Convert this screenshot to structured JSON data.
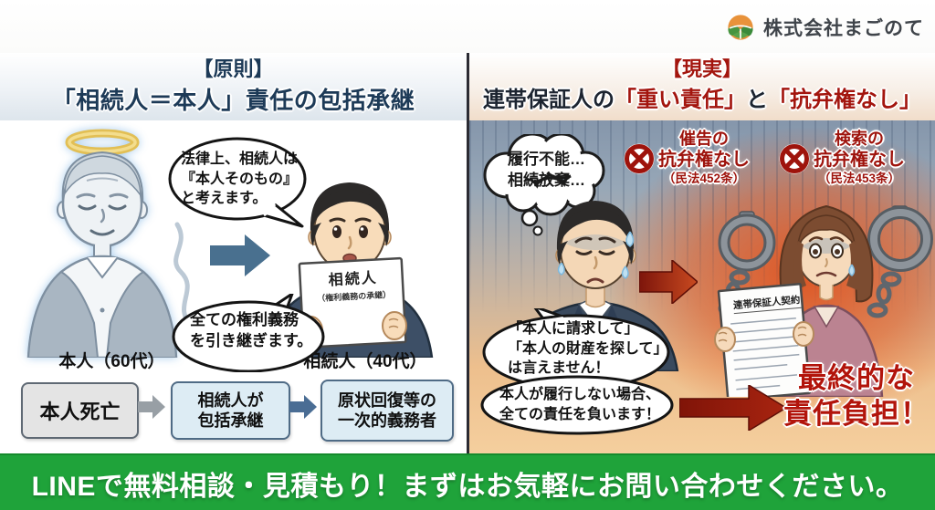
{
  "header": {
    "company_name": "株式会社まごのて"
  },
  "left_panel": {
    "title_line1": "【原則】",
    "title_line2": "「相続人＝本人」責任の包括承継",
    "bubble_law": "法律上、相続人は\n『本人そのもの』\nと考えます。",
    "bubble_rights": "全ての権利義務\nを引き継ぎます。",
    "elder_label": "本人（60代）",
    "heir_label": "相続人（40代）",
    "document": {
      "title": "相続人",
      "subtitle": "（権利義務の承継）"
    },
    "flow": [
      {
        "label": "本人死亡"
      },
      {
        "label": "相続人が\n包括承継"
      },
      {
        "label": "原状回復等の\n一次的義務者"
      }
    ]
  },
  "right_panel": {
    "title_line1": "【現実】",
    "title_line2_parts": [
      {
        "text": "連帯保証人の",
        "color": "#1c2430"
      },
      {
        "text": "「重い責任」",
        "color": "#a3150e"
      },
      {
        "text": "と",
        "color": "#1c2430"
      },
      {
        "text": "「抗弁権なし」",
        "color": "#a3150e"
      }
    ],
    "thought_bubble": "履行不能…\n相続放棄…",
    "defense_labels": [
      {
        "line1": "催告の",
        "line2": "抗弁権なし",
        "law": "（民法452条）"
      },
      {
        "line1": "検索の",
        "line2": "抗弁権なし",
        "law": "（民法453条）"
      }
    ],
    "bubble_claims": "「本人に請求して」\n「本人の財産を探して」\nは言えません！",
    "bubble_responsibility": "本人が履行しない場合、\n全ての責任を負います！",
    "contract_title": "連帯保証人契約",
    "final_burden": "最終的な\n責任負担！"
  },
  "footer": {
    "cta": "LINEで無料相談・見積もり！まずはお気軽にお問い合わせください。"
  },
  "icons": {
    "logo": "leaf-circle-mark",
    "no_defense": "crossed-circle",
    "halo": "angel-halo-ring",
    "arrows": "right-arrow"
  },
  "colors": {
    "navy_title": "#1d3a57",
    "red_title": "#a3150e",
    "defense_red": "#9e130c",
    "final_red": "#b2140b",
    "banner_green": "#1fa33a",
    "steel_arrow": "#49708f",
    "dark_red_arrow": "#8c1a0e",
    "flow_blue_box": "#ddecf4",
    "flow_gray_box": "#e4e4e4"
  }
}
